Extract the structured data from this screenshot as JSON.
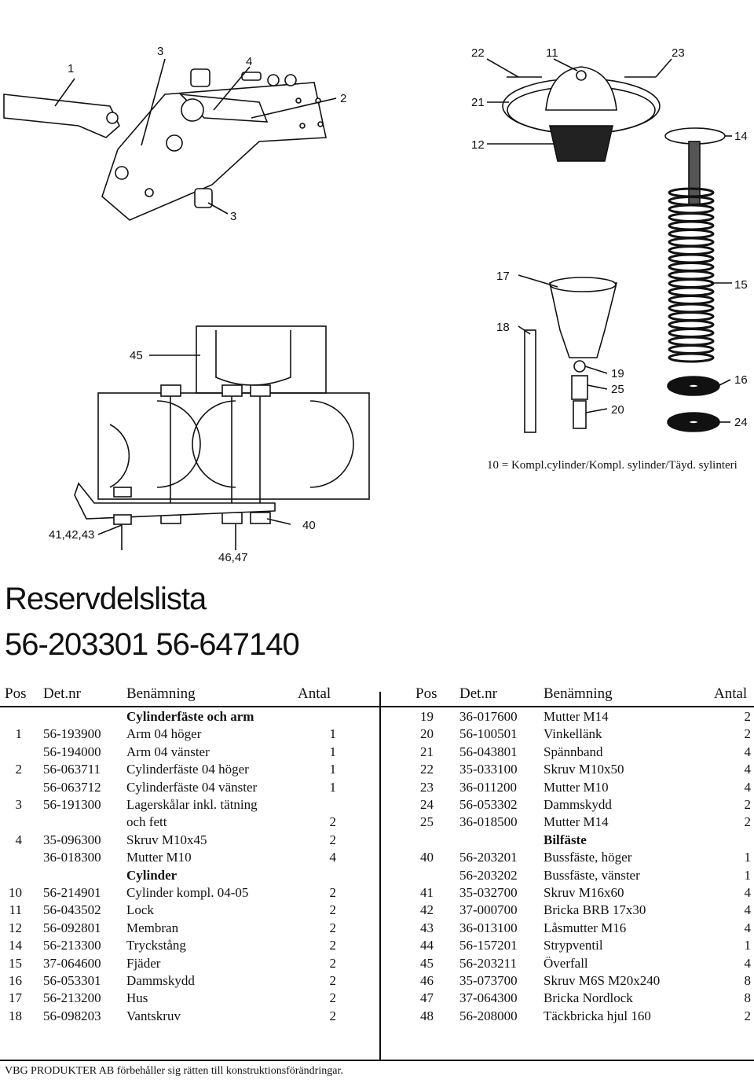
{
  "callouts": {
    "c1": "1",
    "c3a": "3",
    "c4": "4",
    "c2": "2",
    "c3b": "3",
    "c22": "22",
    "c11": "11",
    "c23": "23",
    "c21": "21",
    "c12": "12",
    "c14": "14",
    "c17": "17",
    "c15": "15",
    "c18": "18",
    "c45": "45",
    "c19": "19",
    "c25": "25",
    "c20": "20",
    "c16": "16",
    "c24": "24",
    "c40": "40",
    "c41": "41,42,43",
    "c46": "46,47"
  },
  "caption": "10 = Kompl.cylinder/Kompl. sylinder/Täyd. sylinteri",
  "title": "Reservdelslista",
  "subtitle": "56-203301 56-647140",
  "headers": {
    "left": {
      "pos": "Pos",
      "detnr": "Det.nr",
      "name": "Benämning",
      "qty": "Antal"
    },
    "right": {
      "pos": "Pos",
      "detnr": "Det.nr",
      "name": "Benämning",
      "qty": "Antal"
    }
  },
  "left_rows": [
    {
      "pos": "",
      "detnr": "",
      "name": "Cylinderfäste och arm",
      "qty": "",
      "section": true
    },
    {
      "pos": "1",
      "detnr": "56-193900",
      "name": "Arm 04 höger",
      "qty": "1"
    },
    {
      "pos": "",
      "detnr": "56-194000",
      "name": "Arm 04 vänster",
      "qty": "1"
    },
    {
      "pos": "2",
      "detnr": "56-063711",
      "name": "Cylinderfäste 04 höger",
      "qty": "1"
    },
    {
      "pos": "",
      "detnr": "56-063712",
      "name": "Cylinderfäste 04 vänster",
      "qty": "1"
    },
    {
      "pos": "3",
      "detnr": "56-191300",
      "name": "Lagerskålar inkl. tätning",
      "qty": ""
    },
    {
      "pos": "",
      "detnr": "",
      "name": "och fett",
      "qty": "2"
    },
    {
      "pos": "4",
      "detnr": "35-096300",
      "name": "Skruv M10x45",
      "qty": "2"
    },
    {
      "pos": "",
      "detnr": "36-018300",
      "name": "Mutter M10",
      "qty": "4"
    },
    {
      "pos": "",
      "detnr": "",
      "name": "Cylinder",
      "qty": "",
      "section": true
    },
    {
      "pos": "10",
      "detnr": "56-214901",
      "name": "Cylinder kompl. 04-05",
      "qty": "2"
    },
    {
      "pos": "11",
      "detnr": "56-043502",
      "name": "Lock",
      "qty": "2"
    },
    {
      "pos": "12",
      "detnr": "56-092801",
      "name": "Membran",
      "qty": "2"
    },
    {
      "pos": "14",
      "detnr": "56-213300",
      "name": "Tryckstång",
      "qty": "2"
    },
    {
      "pos": "15",
      "detnr": "37-064600",
      "name": "Fjäder",
      "qty": "2"
    },
    {
      "pos": "16",
      "detnr": "56-053301",
      "name": "Dammskydd",
      "qty": "2"
    },
    {
      "pos": "17",
      "detnr": "56-213200",
      "name": "Hus",
      "qty": "2"
    },
    {
      "pos": "18",
      "detnr": "56-098203",
      "name": "Vantskruv",
      "qty": "2"
    }
  ],
  "right_rows": [
    {
      "pos": "19",
      "detnr": "36-017600",
      "name": "Mutter M14",
      "qty": "2"
    },
    {
      "pos": "20",
      "detnr": "56-100501",
      "name": "Vinkellänk",
      "qty": "2"
    },
    {
      "pos": "21",
      "detnr": "56-043801",
      "name": "Spännband",
      "qty": "4"
    },
    {
      "pos": "22",
      "detnr": "35-033100",
      "name": "Skruv M10x50",
      "qty": "4"
    },
    {
      "pos": "23",
      "detnr": "36-011200",
      "name": "Mutter M10",
      "qty": "4"
    },
    {
      "pos": "24",
      "detnr": "56-053302",
      "name": "Dammskydd",
      "qty": "2"
    },
    {
      "pos": "25",
      "detnr": "36-018500",
      "name": "Mutter M14",
      "qty": "2"
    },
    {
      "pos": "",
      "detnr": "",
      "name": "Bilfäste",
      "qty": "",
      "section": true
    },
    {
      "pos": "40",
      "detnr": "56-203201",
      "name": "Bussfäste, höger",
      "qty": "1"
    },
    {
      "pos": "",
      "detnr": "56-203202",
      "name": "Bussfäste, vänster",
      "qty": "1"
    },
    {
      "pos": "41",
      "detnr": "35-032700",
      "name": "Skruv M16x60",
      "qty": "4"
    },
    {
      "pos": "42",
      "detnr": "37-000700",
      "name": "Bricka BRB 17x30",
      "qty": "4"
    },
    {
      "pos": "43",
      "detnr": "36-013100",
      "name": "Låsmutter M16",
      "qty": "4"
    },
    {
      "pos": "44",
      "detnr": "56-157201",
      "name": "Strypventil",
      "qty": "1"
    },
    {
      "pos": "45",
      "detnr": "56-203211",
      "name": "Överfall",
      "qty": "4"
    },
    {
      "pos": "46",
      "detnr": "35-073700",
      "name": "Skruv M6S M20x240",
      "qty": "8"
    },
    {
      "pos": "47",
      "detnr": "37-064300",
      "name": "Bricka Nordlock",
      "qty": "8"
    },
    {
      "pos": "48",
      "detnr": "56-208000",
      "name": "Täckbricka hjul 160",
      "qty": "2"
    }
  ],
  "footer": "VBG PRODUKTER AB förbehåller sig rätten till konstruktionsförändringar."
}
